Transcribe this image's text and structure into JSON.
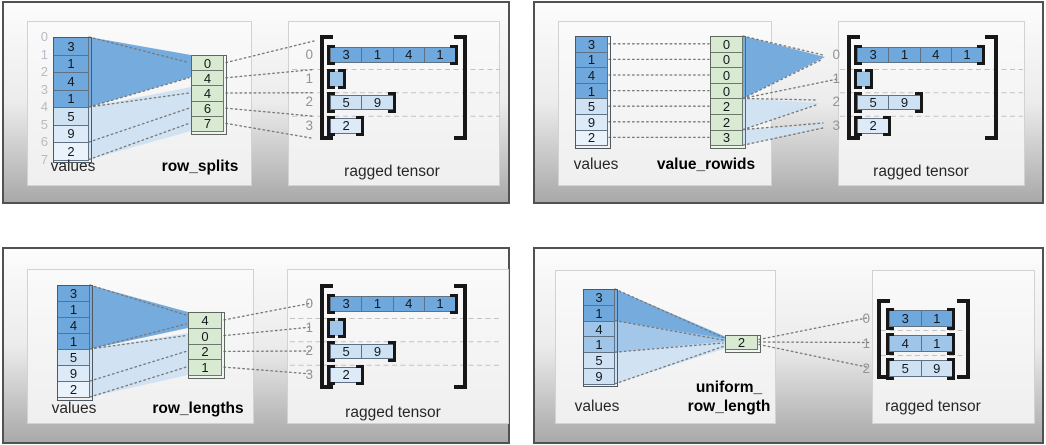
{
  "colors": {
    "blue_dark": "#6fa8dc",
    "blue_mid": "#9fc5e8",
    "blue_light": "#cfe2f3",
    "blue_lighter": "#ddeaf8",
    "blue_lightest": "#eaf3fb",
    "green": "#d9ead3",
    "bracket": "#171717",
    "panel_border": "#515151"
  },
  "panels": [
    {
      "id": "row_splits",
      "values_label": "values",
      "method_label": [
        "row_splits"
      ],
      "tensor_label": "ragged tensor",
      "value_indices": [
        "0",
        "1",
        "2",
        "3",
        "4",
        "5",
        "6",
        "7"
      ],
      "values": [
        "3",
        "1",
        "4",
        "1",
        "5",
        "9",
        "2"
      ],
      "values_colors": [
        "blue_dark",
        "blue_dark",
        "blue_dark",
        "blue_dark",
        "blue_light",
        "blue_lighter",
        "blue_lightest"
      ],
      "spec_cells": [
        "0",
        "4",
        "4",
        "6",
        "7"
      ],
      "rows": [
        {
          "label": "0",
          "cells": [
            "3",
            "1",
            "4",
            "1"
          ],
          "color": "blue_dark"
        },
        {
          "label": "1",
          "cells": [],
          "color": "blue_mid"
        },
        {
          "label": "2",
          "cells": [
            "5",
            "9"
          ],
          "color": "blue_light"
        },
        {
          "label": "3",
          "cells": [
            "2"
          ],
          "color": "blue_lighter"
        }
      ]
    },
    {
      "id": "value_rowids",
      "values_label": "values",
      "method_label": [
        "value_rowids"
      ],
      "tensor_label": "ragged tensor",
      "values": [
        "3",
        "1",
        "4",
        "1",
        "5",
        "9",
        "2"
      ],
      "values_colors": [
        "blue_dark",
        "blue_dark",
        "blue_dark",
        "blue_dark",
        "blue_light",
        "blue_lighter",
        "blue_lightest"
      ],
      "spec_cells": [
        "0",
        "0",
        "0",
        "0",
        "2",
        "2",
        "3"
      ],
      "rows": [
        {
          "label": "0",
          "cells": [
            "3",
            "1",
            "4",
            "1"
          ],
          "color": "blue_dark"
        },
        {
          "label": "1",
          "cells": [],
          "color": "blue_mid"
        },
        {
          "label": "2",
          "cells": [
            "5",
            "9"
          ],
          "color": "blue_light"
        },
        {
          "label": "3",
          "cells": [
            "2"
          ],
          "color": "blue_lighter"
        }
      ]
    },
    {
      "id": "row_lengths",
      "values_label": "values",
      "method_label": [
        "row_lengths"
      ],
      "tensor_label": "ragged tensor",
      "values": [
        "3",
        "1",
        "4",
        "1",
        "5",
        "9",
        "2"
      ],
      "values_colors": [
        "blue_dark",
        "blue_dark",
        "blue_dark",
        "blue_dark",
        "blue_light",
        "blue_lighter",
        "blue_lightest"
      ],
      "spec_cells": [
        "4",
        "0",
        "2",
        "1"
      ],
      "rows": [
        {
          "label": "0",
          "cells": [
            "3",
            "1",
            "4",
            "1"
          ],
          "color": "blue_dark"
        },
        {
          "label": "1",
          "cells": [],
          "color": "blue_mid"
        },
        {
          "label": "2",
          "cells": [
            "5",
            "9"
          ],
          "color": "blue_light"
        },
        {
          "label": "3",
          "cells": [
            "2"
          ],
          "color": "blue_lighter"
        }
      ]
    },
    {
      "id": "uniform_row_length",
      "values_label": "values",
      "method_label": [
        "uniform_",
        "row_length"
      ],
      "tensor_label": "ragged tensor",
      "values": [
        "3",
        "1",
        "4",
        "1",
        "5",
        "9"
      ],
      "values_colors": [
        "blue_dark",
        "blue_dark",
        "blue_mid",
        "blue_mid",
        "blue_light",
        "blue_light"
      ],
      "spec_cells": [
        "2"
      ],
      "rows": [
        {
          "label": "0",
          "cells": [
            "3",
            "1"
          ],
          "color": "blue_dark"
        },
        {
          "label": "1",
          "cells": [
            "4",
            "1"
          ],
          "color": "blue_mid"
        },
        {
          "label": "2",
          "cells": [
            "5",
            "9"
          ],
          "color": "blue_light"
        }
      ]
    }
  ]
}
